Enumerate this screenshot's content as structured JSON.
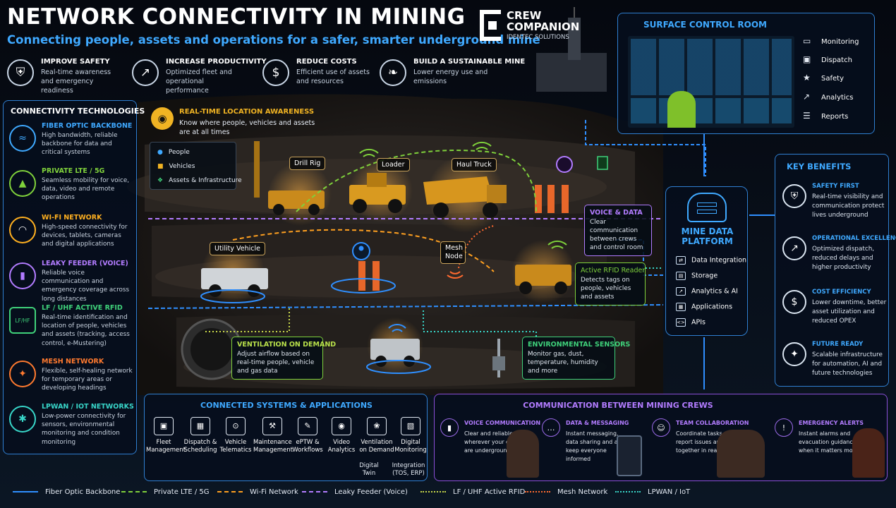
{
  "header": {
    "title": "NETWORK CONNECTIVITY IN MINING",
    "subtitle": "Connecting people, assets and operations for a safer, smarter underground mine",
    "logo_line1": "CREW",
    "logo_line2": "COMPANION",
    "logo_line3": "IDENTEC SOLUTIONS"
  },
  "goals": [
    {
      "icon": "shield-icon",
      "title": "IMPROVE SAFETY",
      "desc": "Real-time awareness and emergency readiness"
    },
    {
      "icon": "bar-chart-icon",
      "title": "INCREASE PRODUCTIVITY",
      "desc": "Optimized fleet and operational performance"
    },
    {
      "icon": "dollar-icon",
      "title": "REDUCE COSTS",
      "desc": "Efficient use of assets and resources"
    },
    {
      "icon": "leaf-icon",
      "title": "BUILD A SUSTAINABLE MINE",
      "desc": "Lower energy use and emissions"
    }
  ],
  "technologies": {
    "title": "CONNECTIVITY TECHNOLOGIES",
    "items": [
      {
        "icon": "fiber-icon",
        "title": "FIBER OPTIC BACKBONE",
        "desc": "High bandwidth, reliable backbone for data and critical systems",
        "color": "#3fa9ff"
      },
      {
        "icon": "antenna-icon",
        "title": "PRIVATE LTE / 5G",
        "desc": "Seamless mobility for voice, data, video and remote operations",
        "color": "#7fd13b"
      },
      {
        "icon": "wifi-icon",
        "title": "WI-FI NETWORK",
        "desc": "High-speed connectivity for devices, tablets, cameras and digital applications",
        "color": "#ffb020"
      },
      {
        "icon": "microphone-icon",
        "title": "LEAKY FEEDER (VOICE)",
        "desc": "Reliable voice communication and emergency coverage across long distances",
        "color": "#b27cff"
      },
      {
        "icon": "rfid-icon",
        "title": "LF / UHF ACTIVE RFID",
        "desc": "Real-time identification and location of people, vehicles and assets (tracking, access control, e-Mustering)",
        "color": "#3fd17a",
        "badge": "LF/HF"
      },
      {
        "icon": "mesh-icon",
        "title": "MESH NETWORK",
        "desc": "Flexible, self-healing network for temporary areas or developing headings",
        "color": "#ff7a2f"
      },
      {
        "icon": "iot-icon",
        "title": "LPWAN / IOT NETWORKS",
        "desc": "Low-power connectivity for sensors, environmental monitoring and condition monitoring",
        "color": "#38d6c9"
      }
    ]
  },
  "location": {
    "title": "REAL-TIME LOCATION AWARENESS",
    "desc": "Know where people, vehicles and assets are at all times",
    "legend": [
      "People",
      "Vehicles",
      "Assets & Infrastructure"
    ]
  },
  "scene_labels": {
    "drill_rig": "Drill Rig",
    "loader": "Loader",
    "haul_truck": "Haul Truck",
    "utility_vehicle": "Utility Vehicle",
    "mesh_node": "Mesh Node"
  },
  "callouts": {
    "voice": {
      "title": "VOICE & DATA",
      "desc": "Clear communication between crews and control room"
    },
    "rfid": {
      "title": "Active RFID Reader",
      "desc": "Detects tags on people, vehicles and assets"
    },
    "ventilation": {
      "title": "VENTILATION ON DEMAND",
      "desc": "Adjust airflow based on real-time people, vehicle and gas data"
    },
    "sensors": {
      "title": "ENVIRONMENTAL SENSORS",
      "desc": "Monitor gas, dust, temperature, humidity and more"
    }
  },
  "control_room": {
    "title": "SURFACE CONTROL ROOM",
    "items": [
      {
        "icon": "monitor-icon",
        "label": "Monitoring"
      },
      {
        "icon": "truck-icon",
        "label": "Dispatch"
      },
      {
        "icon": "badge-icon",
        "label": "Safety"
      },
      {
        "icon": "analytics-icon",
        "label": "Analytics"
      },
      {
        "icon": "report-icon",
        "label": "Reports"
      }
    ]
  },
  "platform": {
    "title_line1": "MINE DATA",
    "title_line2": "PLATFORM",
    "items": [
      "Data Integration",
      "Storage",
      "Analytics & AI",
      "Applications",
      "APIs"
    ]
  },
  "benefits": {
    "title": "KEY BENEFITS",
    "items": [
      {
        "icon": "shield-icon",
        "title": "SAFETY FIRST",
        "desc": "Real-time visibility and communication protect lives underground"
      },
      {
        "icon": "bar-chart-icon",
        "title": "OPERATIONAL EXCELLENCE",
        "desc": "Optimized dispatch, reduced delays and higher productivity"
      },
      {
        "icon": "dollar-icon",
        "title": "COST EFFICIENCY",
        "desc": "Lower downtime, better asset utilization and reduced OPEX"
      },
      {
        "icon": "network-icon",
        "title": "FUTURE READY",
        "desc": "Scalable infrastructure for automation, AI and future technologies"
      }
    ]
  },
  "systems": {
    "title": "CONNECTED SYSTEMS & APPLICATIONS",
    "items": [
      {
        "icon": "fleet-icon",
        "label": "Fleet Management"
      },
      {
        "icon": "calendar-icon",
        "label": "Dispatch & Scheduling"
      },
      {
        "icon": "telematics-icon",
        "label": "Vehicle Telematics"
      },
      {
        "icon": "wrench-icon",
        "label": "Maintenance Management"
      },
      {
        "icon": "eptw-icon",
        "label": "ePTW & Workflows"
      },
      {
        "icon": "video-icon",
        "label": "Video Analytics"
      },
      {
        "icon": "fan-icon",
        "label": "Ventilation on Demand"
      },
      {
        "icon": "digital-icon",
        "label": "Digital Monitoring"
      }
    ],
    "extra": [
      {
        "label": "Digital Twin"
      },
      {
        "label": "Integration (TOS, ERP)"
      }
    ]
  },
  "crews": {
    "title": "COMMUNICATION BETWEEN MINING CREWS",
    "items": [
      {
        "icon": "radio-icon",
        "title": "VOICE COMMUNICATION",
        "desc": "Clear and reliable voice wherever your crews are underground"
      },
      {
        "icon": "chat-icon",
        "title": "DATA & MESSAGING",
        "desc": "Instant messaging, data sharing and alerts keep everyone informed"
      },
      {
        "icon": "team-icon",
        "title": "TEAM COLLABORATION",
        "desc": "Coordinate tasks, report issues and work together in real time"
      },
      {
        "icon": "alert-icon",
        "title": "EMERGENCY ALERTS",
        "desc": "Instant alarms and evacuation guidance when it matters most"
      }
    ]
  },
  "legend": [
    {
      "label": "Fiber Optic Backbone",
      "color": "#2f8fff",
      "style": "solid"
    },
    {
      "label": "Private LTE / 5G",
      "color": "#7fd13b",
      "style": "dashed"
    },
    {
      "label": "Wi-Fi Network",
      "color": "#ffa020",
      "style": "dashed"
    },
    {
      "label": "Leaky Feeder (Voice)",
      "color": "#b27cff",
      "style": "dashed"
    },
    {
      "label": "LF / UHF Active RFID",
      "color": "#c8d84a",
      "style": "dotted"
    },
    {
      "label": "Mesh Network",
      "color": "#ff6a2f",
      "style": "dotted"
    },
    {
      "label": "LPWAN / IoT",
      "color": "#38d6c9",
      "style": "dotted"
    }
  ]
}
